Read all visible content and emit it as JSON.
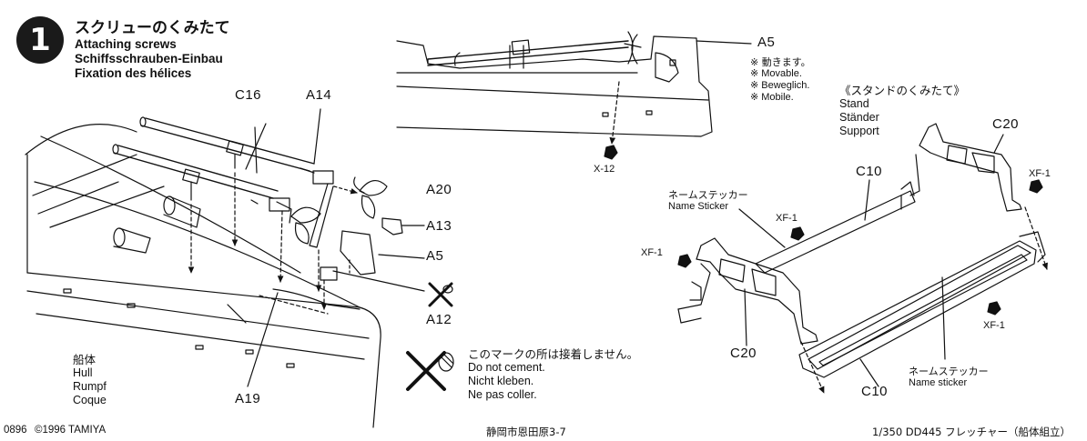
{
  "step": {
    "number": "1",
    "title_ja": "スクリューのくみたて",
    "title_en": "Attaching screws",
    "title_de": "Schiffsschrauben-Einbau",
    "title_fr": "Fixation des hélices"
  },
  "parts": {
    "c16": "C16",
    "a14": "A14",
    "a20": "A20",
    "a13": "A13",
    "a5_left": "A5",
    "a12": "A12",
    "a19": "A19",
    "a5_right": "A5",
    "x12": "X-12",
    "c20_top": "C20",
    "c20_bottom": "C20",
    "c10_top": "C10",
    "c10_bottom": "C10"
  },
  "paints": {
    "xf1_a": "XF-1",
    "xf1_b": "XF-1",
    "xf1_c": "XF-1",
    "xf1_d": "XF-1"
  },
  "hull_label": [
    "船体",
    "Hull",
    "Rumpf",
    "Coque"
  ],
  "movable_note": [
    "※ 動きます。",
    "※ Movable.",
    "※ Beweglich.",
    "※ Mobile."
  ],
  "stand_label": [
    "《スタンドのくみたて》",
    "Stand",
    "Ständer",
    "Support"
  ],
  "name_sticker_top": [
    "ネームステッカー",
    "Name Sticker"
  ],
  "name_sticker_bottom": [
    "ネームステッカー",
    "Name sticker"
  ],
  "no_cement_note": [
    "このマークの所は接着しません。",
    "Do not cement.",
    "Nicht kleben.",
    "Ne pas coller."
  ],
  "footer": {
    "code": "0896",
    "copyright": "©1996 TAMIYA",
    "address": "静岡市恩田原3-7",
    "model": "1/350 DD445 フレッチャー（船体組立）"
  },
  "colors": {
    "ink": "#111111",
    "background": "#ffffff"
  }
}
